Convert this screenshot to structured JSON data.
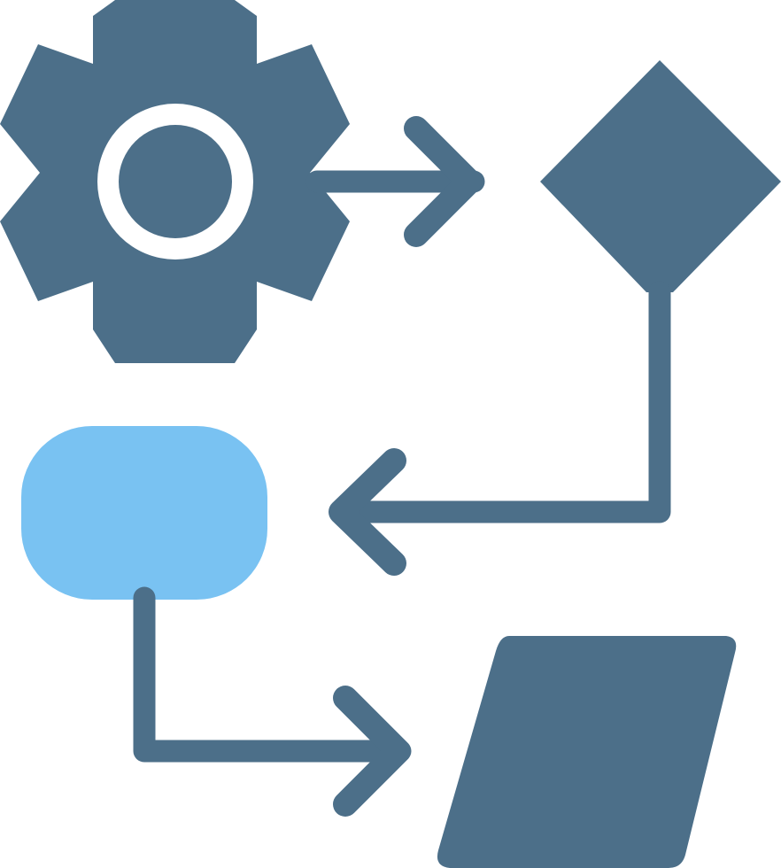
{
  "diagram": {
    "kind": "flowchart-icon",
    "nodes": [
      {
        "name": "gear",
        "shape": "gear-icon",
        "color": "#4c6f89"
      },
      {
        "name": "decision",
        "shape": "diamond",
        "color": "#4c6f89"
      },
      {
        "name": "process",
        "shape": "rounded-rectangle",
        "color": "#79c2f2"
      },
      {
        "name": "input-output",
        "shape": "parallelogram",
        "color": "#4c6f89"
      }
    ],
    "connectors": [
      {
        "from": "gear",
        "to": "decision",
        "icon": "arrow-right-icon"
      },
      {
        "from": "decision",
        "to": "process",
        "icon": "arrow-left-icon"
      },
      {
        "from": "process",
        "to": "input-output",
        "icon": "arrow-right-icon"
      }
    ],
    "colors": {
      "primary": "#4c6f89",
      "accent": "#79c2f2",
      "background": "#ffffff"
    }
  }
}
